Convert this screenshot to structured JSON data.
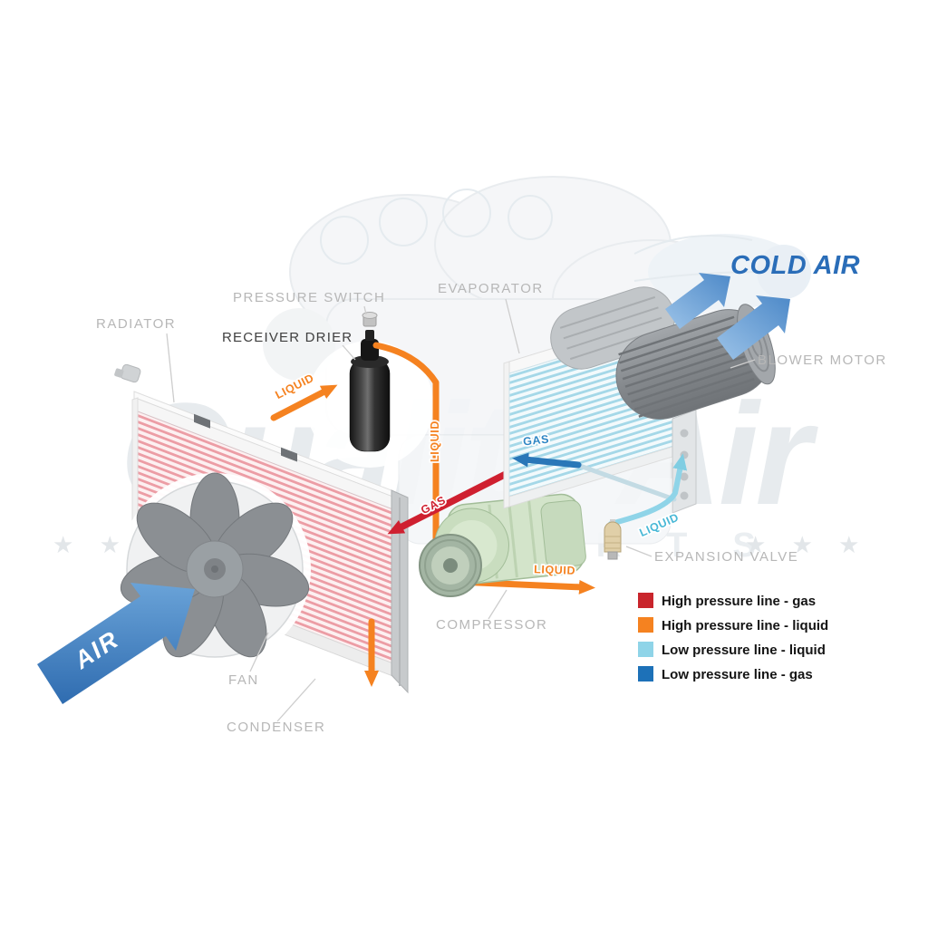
{
  "diagram": {
    "watermark": {
      "name": "Quality Air",
      "subtitle": "AUTO PARTS",
      "stars_left": "★ ★ ★",
      "stars_right": "★ ★ ★"
    },
    "labels": {
      "radiator": "RADIATOR",
      "pressure_switch": "PRESSURE SWITCH",
      "receiver_drier": "RECEIVER DRIER",
      "evaporator": "EVAPORATOR",
      "blower_motor": "BLOWER MOTOR",
      "cold_air": "COLD AIR",
      "expansion_valve": "EXPANSION VALVE",
      "compressor": "COMPRESSOR",
      "fan": "FAN",
      "condenser": "CONDENSER",
      "air": "AIR"
    },
    "pipe_labels": {
      "condenser_to_drier": "LIQUID",
      "drier_downcomer": "LIQUID",
      "to_expansion_valve": "LIQUID",
      "valve_to_evaporator": "LIQUID",
      "suction_gas": "GAS",
      "discharge_gas": "GAS"
    },
    "legend": {
      "items": [
        {
          "label": "High pressure line - gas",
          "color": "#c9252c"
        },
        {
          "label": "High pressure line - liquid",
          "color": "#f58220"
        },
        {
          "label": "Low pressure line - liquid",
          "color": "#8fd4e8"
        },
        {
          "label": "Low pressure line -  gas",
          "color": "#1d71b8"
        }
      ]
    },
    "colors": {
      "high_pressure_gas": "#cf2030",
      "high_pressure_liquid": "#f58220",
      "low_pressure_liquid": "#8fd4e8",
      "low_pressure_gas": "#2a77b8",
      "cold_air_text": "#2a6db8"
    }
  }
}
